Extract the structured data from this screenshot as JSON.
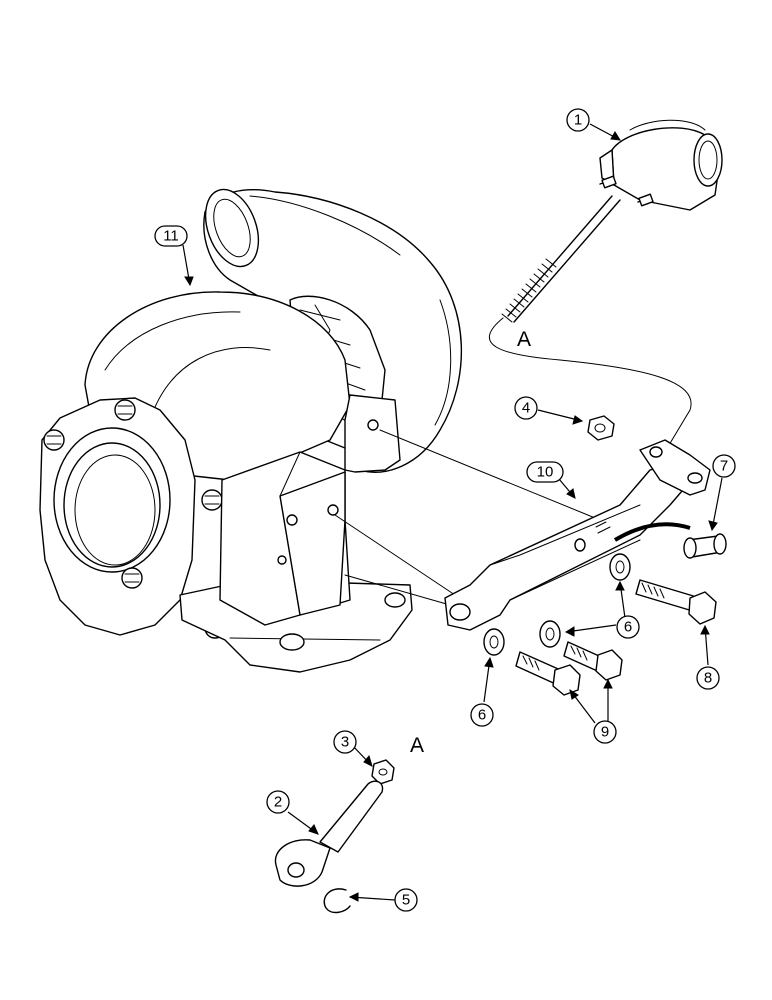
{
  "callouts": {
    "c1": "1",
    "c2": "2",
    "c3": "3",
    "c4": "4",
    "c5": "5",
    "c6a": "6",
    "c6b": "6",
    "c6c": "6",
    "c7": "7",
    "c8": "8",
    "c9": "9",
    "c10": "10",
    "c11": "11"
  },
  "labels": {
    "a_top": "A",
    "a_bottom": "A"
  }
}
